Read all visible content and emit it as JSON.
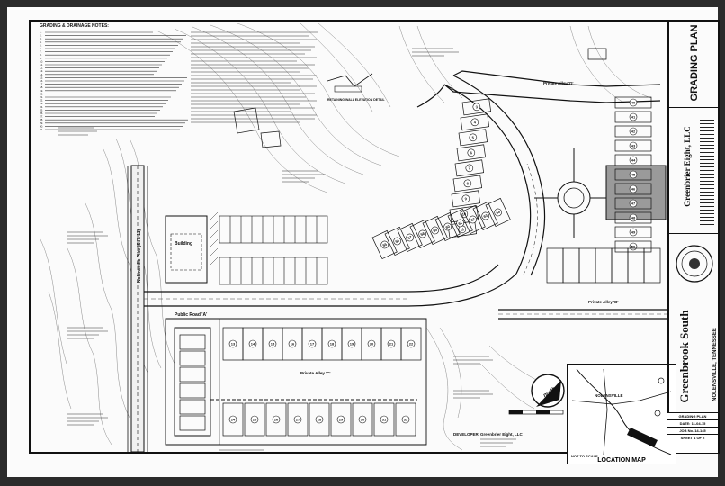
{
  "notes": {
    "title": "GRADING & DRAINAGE NOTES:",
    "lines": [
      "1. ",
      "2. ",
      "3. ",
      "4. ",
      "5. ",
      "6. ",
      "7. ",
      "8. ",
      "9. ",
      "10. ",
      "11. ",
      "12. ",
      "13. ",
      "14. ",
      "15. ",
      "16. ",
      "17. ",
      "18. ",
      "19. ",
      "20. ",
      "21. ",
      "22. ",
      "23. ",
      "24. ",
      "25. ",
      "26. ",
      "27. ",
      "28. ",
      "29. ",
      "30. ",
      "31. "
    ]
  },
  "plan": {
    "roads": {
      "public_road_a": "Public Road 'A'",
      "private_alley_c": "Private Alley 'C'",
      "private_alley_b": "Private Alley 'B'",
      "private_alley_d": "Private Alley 'D'",
      "nolensville_pike": "Nolensville Pike (S.R. 11)"
    },
    "building": "Building",
    "retaining_wall": "RETAINING WALL ELEVATION DETAIL",
    "north": "north",
    "lots_upper": [
      "3",
      "4",
      "5",
      "6",
      "7",
      "8",
      "9",
      "10",
      "11"
    ],
    "lots_mid": [
      "55",
      "56",
      "57",
      "58",
      "59",
      "60",
      "61",
      "62",
      "63",
      "64"
    ],
    "lots_right": [
      "40",
      "41",
      "42",
      "43",
      "44",
      "45",
      "46",
      "47",
      "48",
      "49",
      "50"
    ],
    "lots_lower_a": [
      "13",
      "14",
      "15",
      "16",
      "17",
      "18",
      "19",
      "20",
      "21",
      "22"
    ],
    "lots_lower_b": [
      "24",
      "25",
      "26",
      "27",
      "28",
      "29",
      "30",
      "31",
      "32"
    ],
    "developer": "DEVELOPER:",
    "developer_name": "Greenbrier Eight, LLC"
  },
  "location_map": {
    "title": "LOCATION MAP",
    "not_to_scale": "NOT TO SCALE",
    "city": "NOLENSVILLE"
  },
  "titleblock": {
    "sheet_title": "GRADING PLAN",
    "company": "Greenbrier Eight, LLC",
    "project": "Greenbrook South",
    "location": "NOLENSVILLE, TENNESSEE",
    "drawing_label": "GRADING PLAN",
    "date": "DATE: 11-04-15",
    "job": "JOB No. 14-145",
    "sheet": "SHEET 1 OF 2"
  }
}
